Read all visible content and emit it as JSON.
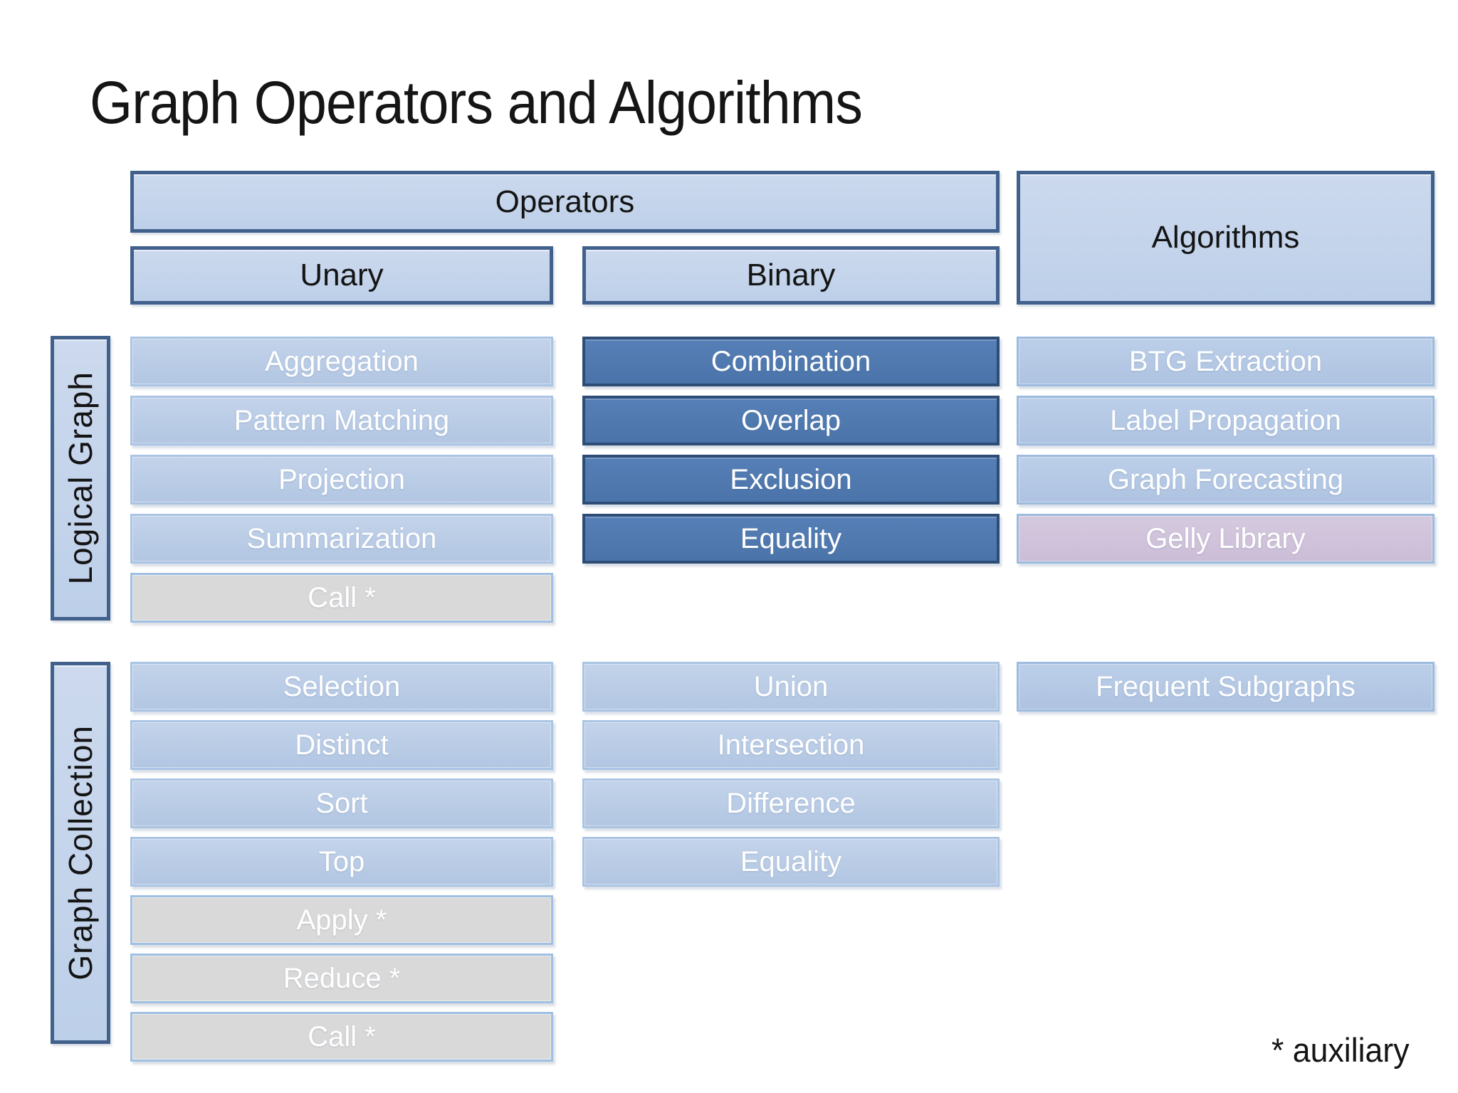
{
  "title": "Graph Operators and Algorithms",
  "footnote": "* auxiliary",
  "headers": {
    "operators": "Operators",
    "unary": "Unary",
    "binary": "Binary",
    "algorithms": "Algorithms"
  },
  "sections": {
    "logical_graph": {
      "label": "Logical Graph",
      "unary": [
        "Aggregation",
        "Pattern Matching",
        "Projection",
        "Summarization",
        "Call *"
      ],
      "binary": [
        "Combination",
        "Overlap",
        "Exclusion",
        "Equality"
      ],
      "algorithms": [
        "BTG Extraction",
        "Label Propagation",
        "Graph Forecasting",
        "Gelly Library"
      ]
    },
    "graph_collection": {
      "label": "Graph Collection",
      "unary": [
        "Selection",
        "Distinct",
        "Sort",
        "Top",
        "Apply *",
        "Reduce *",
        "Call *"
      ],
      "binary": [
        "Union",
        "Intersection",
        "Difference",
        "Equality"
      ],
      "algorithms": [
        "Frequent Subgraphs"
      ]
    }
  },
  "legend": {
    "asterisk_meaning": "auxiliary"
  },
  "colors": {
    "header_fill": "#c3d3ea",
    "header_border": "#41618c",
    "light_row_fill": "#b8cbe5",
    "light_row_border": "#aac4e3",
    "dark_row_fill": "#4c78b0",
    "dark_row_border": "#2d4d76",
    "gray_row_fill": "#d9d9d9",
    "pink_row_fill": "#d0c3da",
    "row_text": "#ffffff",
    "heading_text": "#141414",
    "background": "#ffffff"
  }
}
